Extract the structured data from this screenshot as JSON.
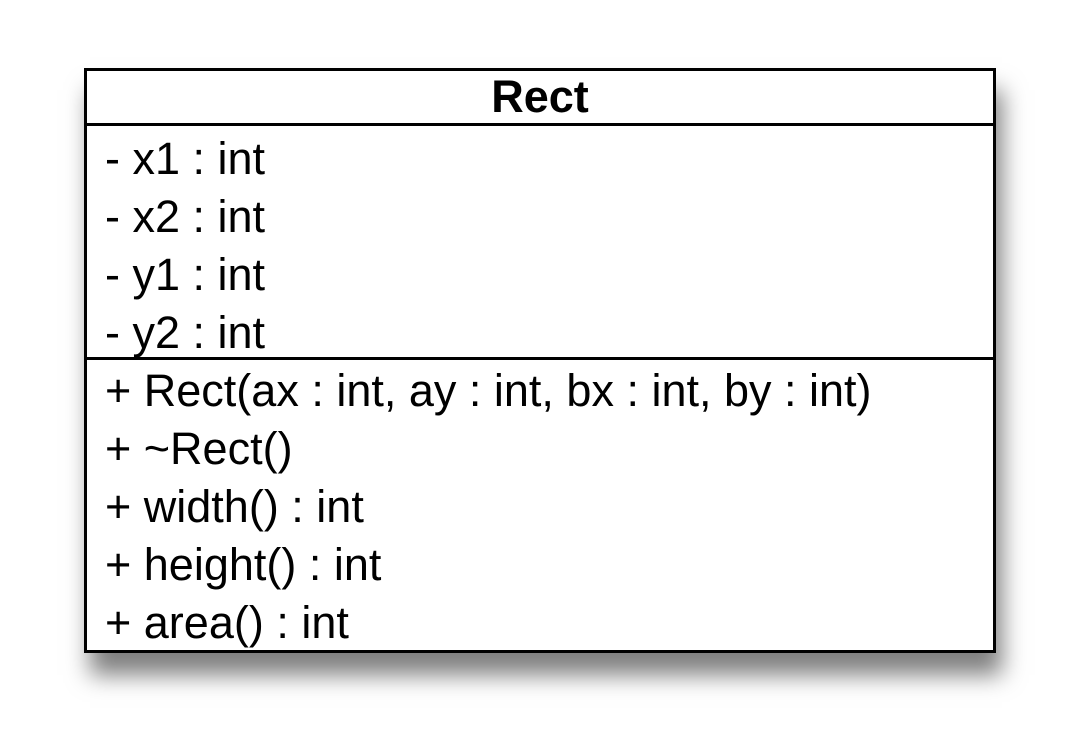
{
  "class": {
    "name": "Rect",
    "attributes": [
      "- x1 : int",
      "- x2 : int",
      "- y1 : int",
      "- y2 : int"
    ],
    "operations": [
      "+ Rect(ax : int, ay : int, bx : int, by : int)",
      "+ ~Rect()",
      "+ width() : int",
      "+ height() : int",
      "+ area() : int"
    ]
  },
  "colors": {
    "border": "#000000",
    "background": "#ffffff",
    "text": "#000000"
  }
}
